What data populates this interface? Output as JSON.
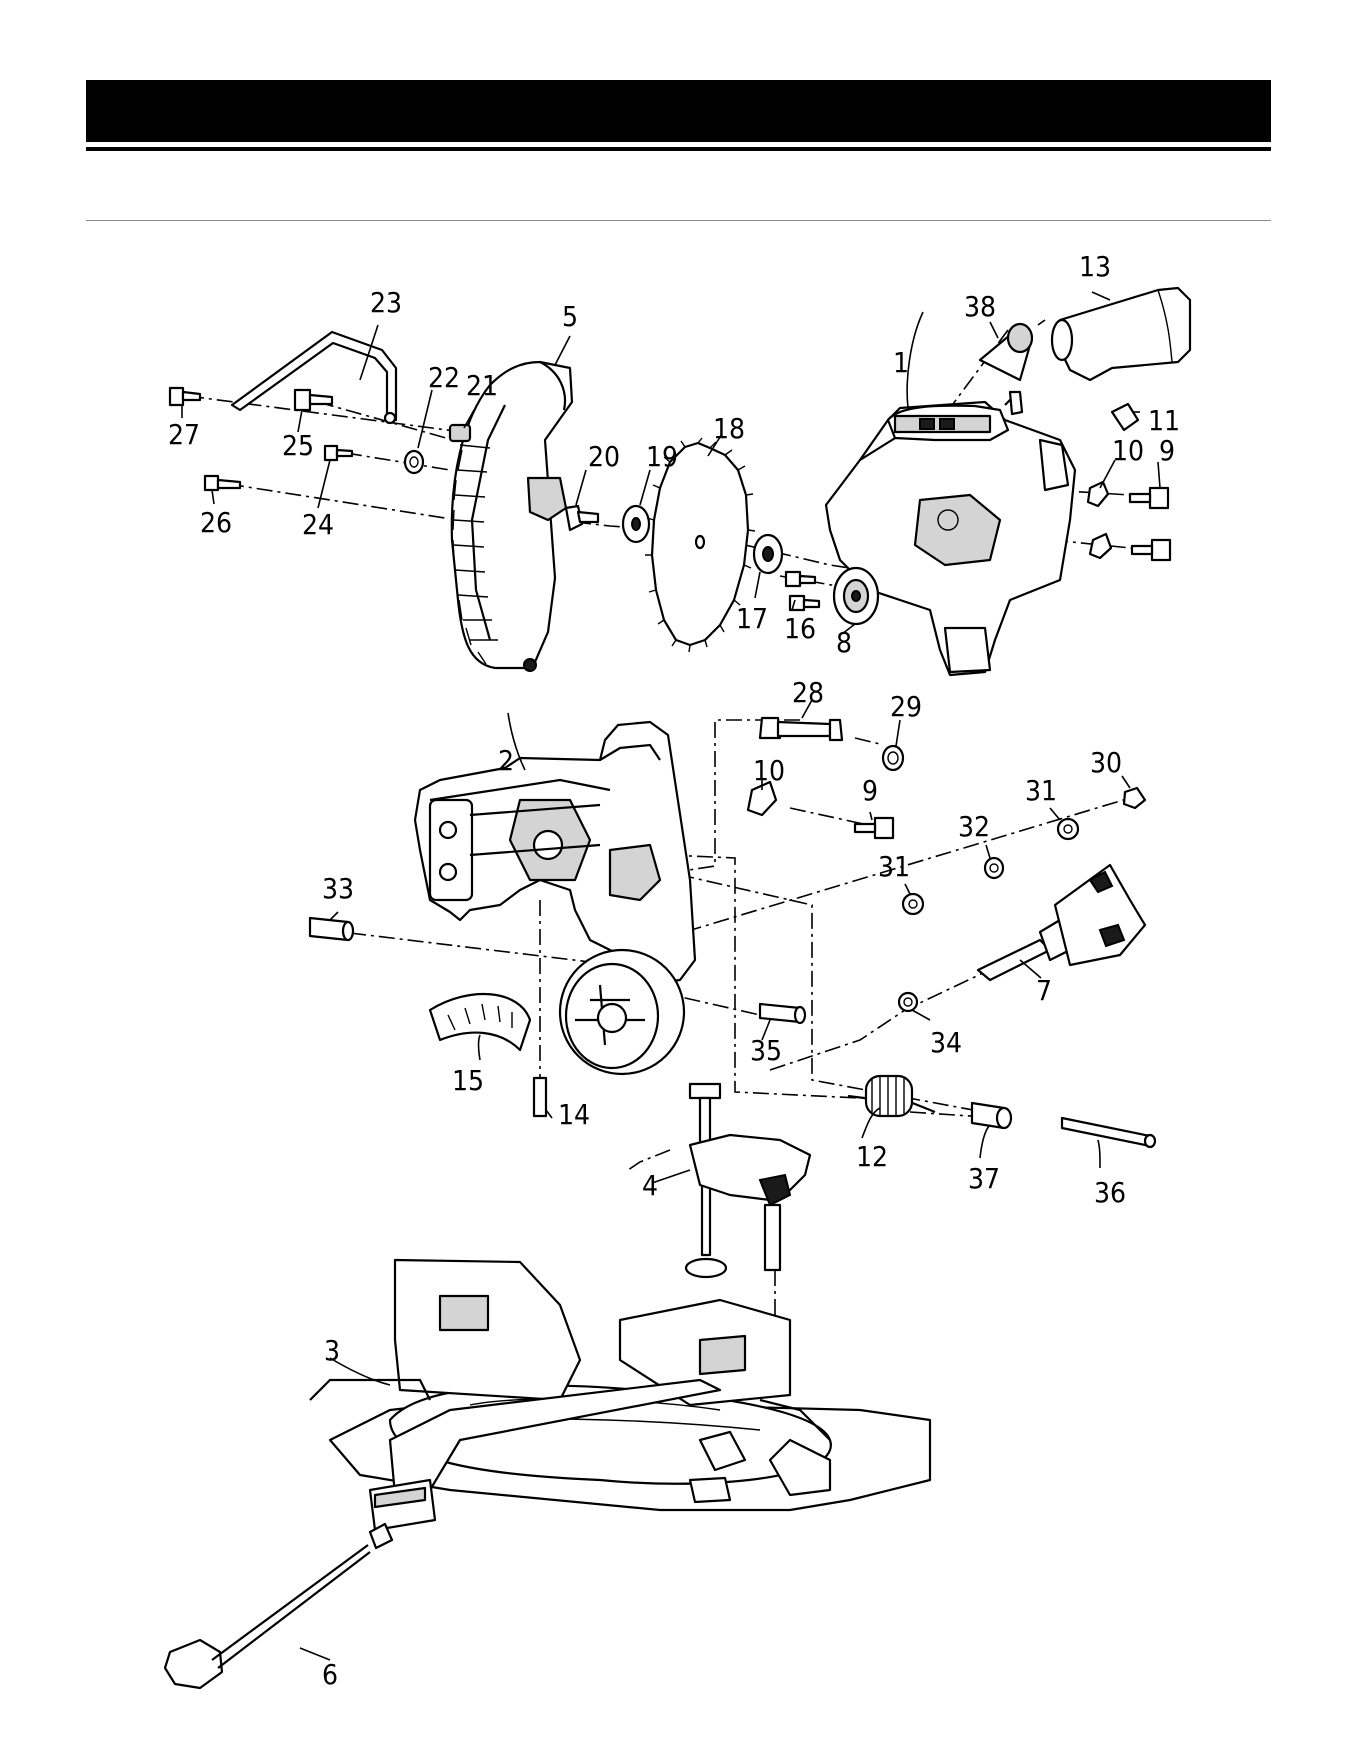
{
  "diagram": {
    "callouts": [
      {
        "id": "c1",
        "text": "1"
      },
      {
        "id": "c2",
        "text": "2"
      },
      {
        "id": "c3",
        "text": "3"
      },
      {
        "id": "c4",
        "text": "4"
      },
      {
        "id": "c5",
        "text": "5"
      },
      {
        "id": "c6",
        "text": "6"
      },
      {
        "id": "c7",
        "text": "7"
      },
      {
        "id": "c8",
        "text": "8"
      },
      {
        "id": "c9a",
        "text": "9"
      },
      {
        "id": "c9b",
        "text": "9"
      },
      {
        "id": "c10a",
        "text": "10"
      },
      {
        "id": "c10b",
        "text": "10"
      },
      {
        "id": "c11",
        "text": "11"
      },
      {
        "id": "c12",
        "text": "12"
      },
      {
        "id": "c13",
        "text": "13"
      },
      {
        "id": "c14",
        "text": "14"
      },
      {
        "id": "c15",
        "text": "15"
      },
      {
        "id": "c16",
        "text": "16"
      },
      {
        "id": "c17",
        "text": "17"
      },
      {
        "id": "c18",
        "text": "18"
      },
      {
        "id": "c19",
        "text": "19"
      },
      {
        "id": "c20",
        "text": "20"
      },
      {
        "id": "c21",
        "text": "21"
      },
      {
        "id": "c22",
        "text": "22"
      },
      {
        "id": "c23",
        "text": "23"
      },
      {
        "id": "c24",
        "text": "24"
      },
      {
        "id": "c25",
        "text": "25"
      },
      {
        "id": "c26",
        "text": "26"
      },
      {
        "id": "c27",
        "text": "27"
      },
      {
        "id": "c28",
        "text": "28"
      },
      {
        "id": "c29",
        "text": "29"
      },
      {
        "id": "c30",
        "text": "30"
      },
      {
        "id": "c31a",
        "text": "31"
      },
      {
        "id": "c31b",
        "text": "31"
      },
      {
        "id": "c32",
        "text": "32"
      },
      {
        "id": "c33",
        "text": "33"
      },
      {
        "id": "c34",
        "text": "34"
      },
      {
        "id": "c35",
        "text": "35"
      },
      {
        "id": "c36",
        "text": "36"
      },
      {
        "id": "c37",
        "text": "37"
      },
      {
        "id": "c38",
        "text": "38"
      }
    ]
  }
}
